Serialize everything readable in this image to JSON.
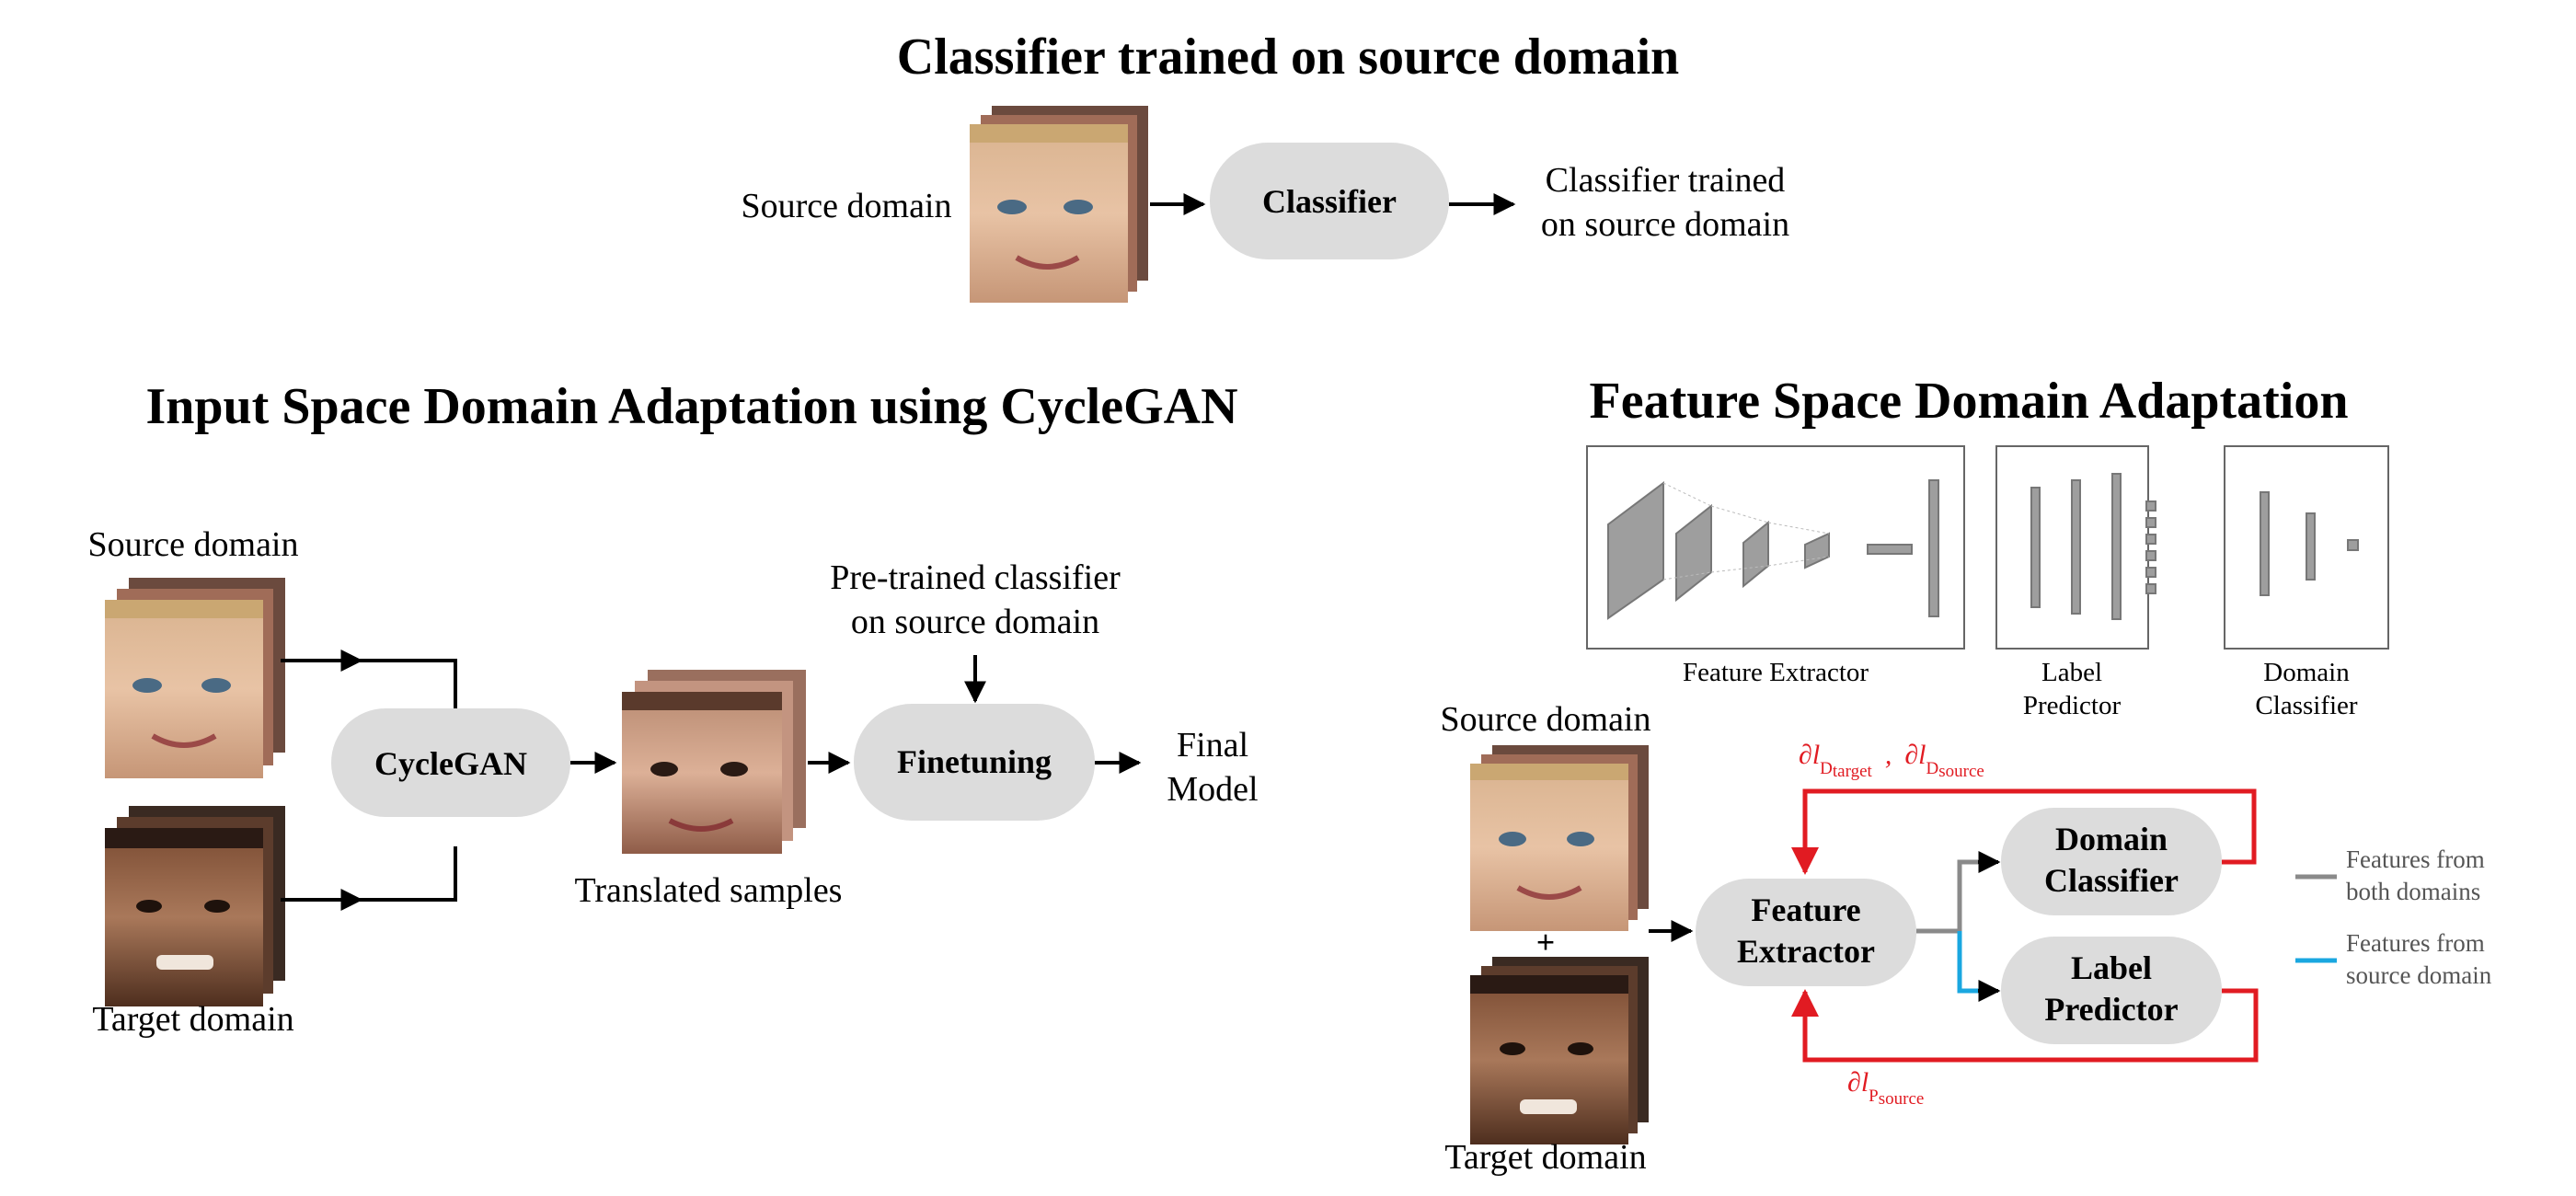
{
  "titles": {
    "top": "Classifier trained on source domain",
    "input_space": "Input Space Domain Adaptation using CycleGAN",
    "feature_space": "Feature Space Domain Adaptation"
  },
  "top_section": {
    "source_label": "Source domain",
    "classifier": "Classifier",
    "output_line1": "Classifier trained",
    "output_line2": "on source domain"
  },
  "input_section": {
    "source_label": "Source domain",
    "target_label": "Target domain",
    "cyclegan": "CycleGAN",
    "translated": "Translated samples",
    "pretrained_line1": "Pre-trained classifier",
    "pretrained_line2": "on source domain",
    "finetuning": "Finetuning",
    "final_line1": "Final",
    "final_line2": "Model"
  },
  "feature_section": {
    "net_labels": {
      "feature_extractor": "Feature Extractor",
      "label_line1": "Label",
      "label_line2": "Predictor",
      "domain_line1": "Domain",
      "domain_line2": "Classifier"
    },
    "source_label": "Source domain",
    "target_label": "Target domain",
    "plus": "+",
    "fe_line1": "Feature",
    "fe_line2": "Extractor",
    "dc_line1": "Domain",
    "dc_line2": "Classifier",
    "lp_line1": "Label",
    "lp_line2": "Predictor",
    "grad_top": {
      "d1": "∂l",
      "D1": "D",
      "s1": "target",
      "sep": ",",
      "d2": "∂l",
      "D2": "D",
      "s2": "source"
    },
    "grad_bottom": {
      "d": "∂l",
      "P": "P",
      "s": "source"
    },
    "legend": {
      "both_line1": "Features from",
      "both_line2": "both domains",
      "src_line1": "Features from",
      "src_line2": "source domain"
    }
  },
  "colors": {
    "gradient": "#e11b22",
    "both_domains": "#8a8a8a",
    "source_only": "#1aa7e0",
    "pill": "#dcdcdc"
  }
}
